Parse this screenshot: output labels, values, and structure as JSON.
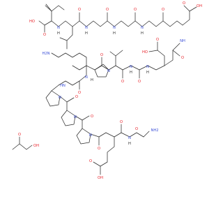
{
  "figure": {
    "colors": {
      "bond": "#2b2b2b",
      "oxygen": "#e8232a",
      "nitrogen": "#3a4fd8",
      "stereo_label": "#2b2b2b"
    },
    "atoms": {
      "OH": "OH",
      "O": "O",
      "HO": "HO",
      "N": "N",
      "H": "H",
      "NH": "NH",
      "HN": "HN",
      "NH2": "NH2",
      "H2N": "H2N",
      "stereo_H": "H"
    },
    "notes": "Peptide skeletal formula with acetic acid counter-ion; atom letters are the only printed text."
  }
}
